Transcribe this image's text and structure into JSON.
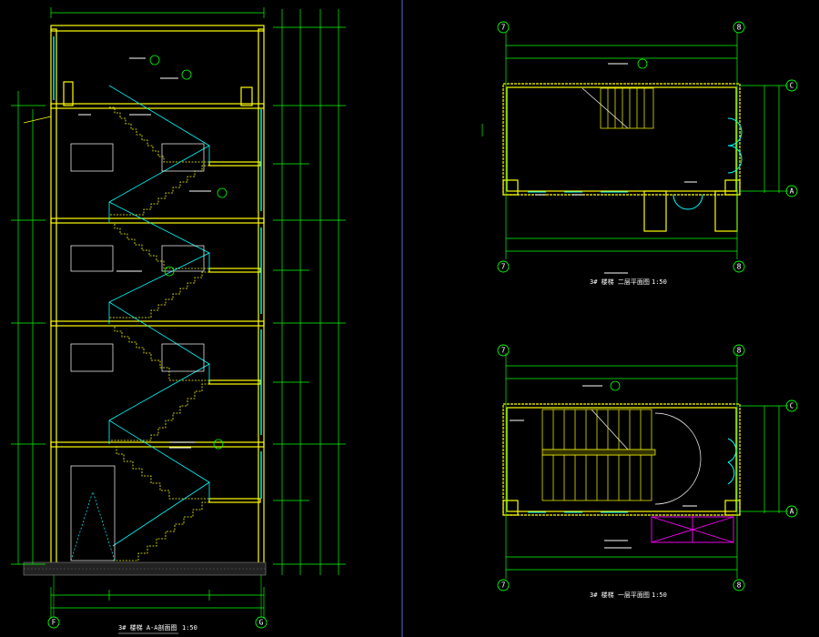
{
  "sheet": {
    "background": "#000000",
    "colors": {
      "wall": "#ffff00",
      "stair": "#00ffff",
      "dim": "#00ff00",
      "text": "#ffffff",
      "axis_bubble": "#00ff00",
      "window": "#00ffff",
      "canopy": "#ff00ff",
      "separator": "#3a4a8a"
    }
  },
  "section_view": {
    "grid_left": "F",
    "grid_right": "G",
    "title": "3# 楼梯  A-A剖面图",
    "scale": "1:50"
  },
  "plan_upper": {
    "grid_top_left": "7",
    "grid_top_right": "8",
    "grid_bottom_left": "7",
    "grid_bottom_right": "8",
    "grid_right_top": "C",
    "grid_right_bottom": "A",
    "title": "3# 楼梯  二层平面图",
    "scale": "1:50"
  },
  "plan_lower": {
    "grid_top_left": "7",
    "grid_top_right": "8",
    "grid_bottom_left": "7",
    "grid_bottom_right": "8",
    "grid_right_top": "C",
    "grid_right_bottom": "A",
    "title": "3# 楼梯  一层平面图",
    "scale": "1:50"
  }
}
